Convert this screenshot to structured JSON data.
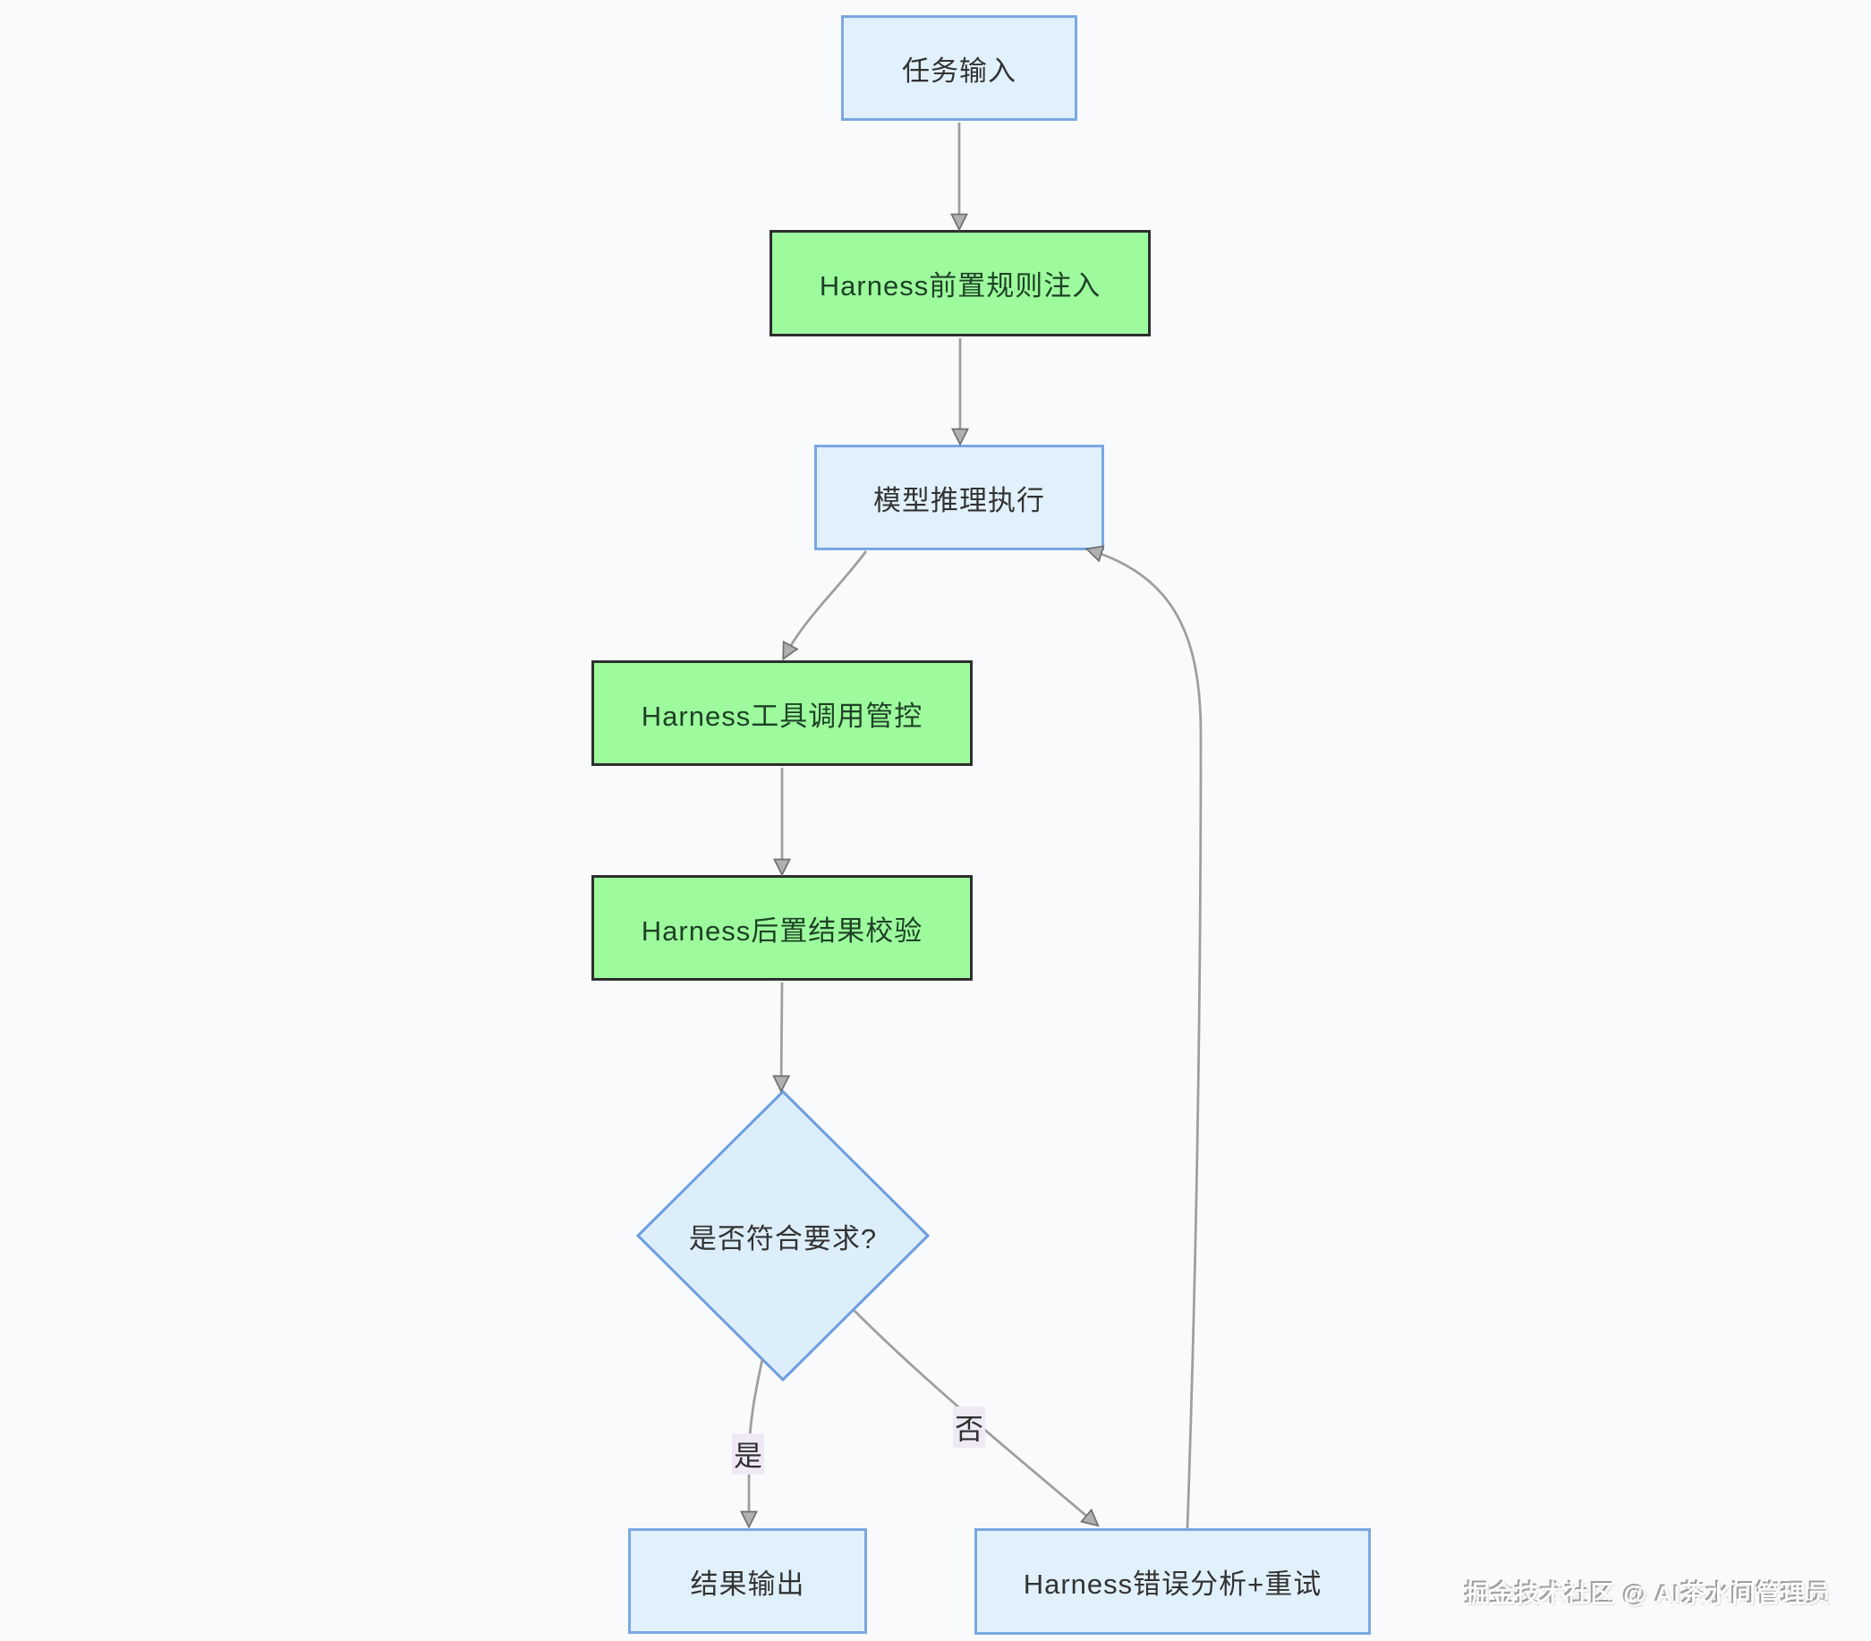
{
  "flowchart": {
    "nodes": [
      {
        "id": "task-input",
        "label": "任务输入",
        "type": "process-blue"
      },
      {
        "id": "pre-rule",
        "label": "Harness前置规则注入",
        "type": "process-green"
      },
      {
        "id": "model-exec",
        "label": "模型推理执行",
        "type": "process-blue"
      },
      {
        "id": "tool-control",
        "label": "Harness工具调用管控",
        "type": "process-green"
      },
      {
        "id": "post-check",
        "label": "Harness后置结果校验",
        "type": "process-green"
      },
      {
        "id": "decision",
        "label": "是否符合要求?",
        "type": "decision"
      },
      {
        "id": "result-output",
        "label": "结果输出",
        "type": "process-blue"
      },
      {
        "id": "error-retry",
        "label": "Harness错误分析+重试",
        "type": "process-blue"
      }
    ],
    "edge_labels": {
      "yes": "是",
      "no": "否"
    },
    "edges": [
      {
        "from": "task-input",
        "to": "pre-rule",
        "label": ""
      },
      {
        "from": "pre-rule",
        "to": "model-exec",
        "label": ""
      },
      {
        "from": "model-exec",
        "to": "tool-control",
        "label": ""
      },
      {
        "from": "tool-control",
        "to": "post-check",
        "label": ""
      },
      {
        "from": "post-check",
        "to": "decision",
        "label": ""
      },
      {
        "from": "decision",
        "to": "result-output",
        "label": "是"
      },
      {
        "from": "decision",
        "to": "error-retry",
        "label": "否"
      },
      {
        "from": "error-retry",
        "to": "model-exec",
        "label": ""
      }
    ],
    "colors": {
      "background": "#f8fafc",
      "blue_fill": "#e1f1fc",
      "blue_border": "#7aa7e2",
      "green_fill": "#9dfb9d",
      "green_border": "#2e2e2e",
      "green_text": "#1e4226",
      "node_text": "#333333",
      "edge_line": "#9e9e9e",
      "edge_label_bg": "#efe9f5"
    }
  },
  "watermark": {
    "text": "掘金技术社区 @ AI茶水间管理员"
  }
}
